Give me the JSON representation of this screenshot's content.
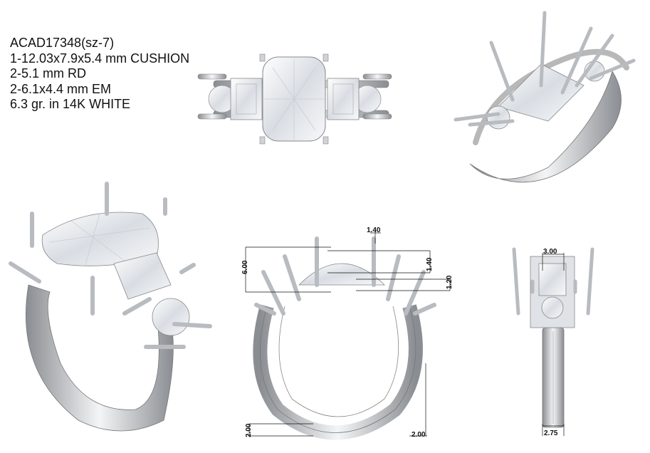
{
  "specs": {
    "line1": "ACAD17348(sz-7)",
    "line2": "1-12.03x7.9x5.4 mm CUSHION",
    "line3": "2-5.1 mm RD",
    "line4": "2-6.1x4.4 mm EM",
    "line5": "6.3 gr. in 14K WHITE"
  },
  "dimensions": {
    "top_prong": "1.40",
    "height": "6.00",
    "side_prong": "1.40",
    "gallery": "1.20",
    "shank_left": "2.00",
    "shank_right": "2.00",
    "side_top": "3.00",
    "side_bottom": "2.75"
  },
  "colors": {
    "metal": "#c9ccd0",
    "metal_dark": "#7d8085",
    "gem": "#eef1f5",
    "line": "#111111"
  }
}
